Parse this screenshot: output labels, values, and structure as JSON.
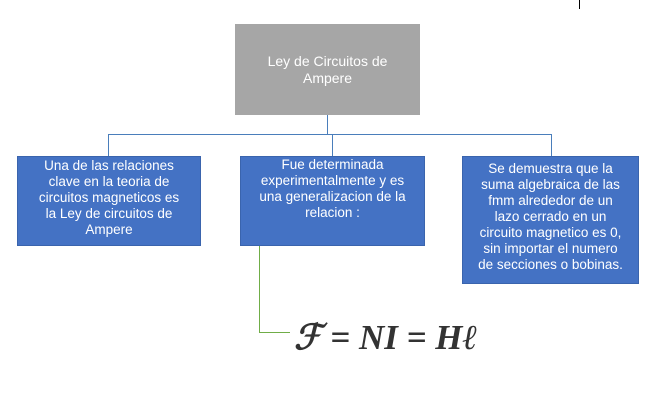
{
  "diagram": {
    "root": {
      "label": "Ley de Circuitos de\nAmpere",
      "color": "#a6a6a6"
    },
    "children": [
      {
        "label": "Una de las relaciones\nclave en la teoria de\ncircuitos magneticos  es\nla Ley de circuitos de\nAmpere"
      },
      {
        "label": "Fue determinada\nexperimentalmente   y es\nuna generalizacion de la\nrelacion :"
      },
      {
        "label": "Se demuestra que la\nsuma algebraica de las\nfmm alrededor de un\nlazo cerrado en un\ncircuito magnetico es 0,\nsin importar el numero\nde secciones o bobinas."
      }
    ],
    "child_color": "#4472c4",
    "connector_color": "#4a7ebb",
    "formula": {
      "text": "ℱ = NI = Hℓ"
    }
  }
}
